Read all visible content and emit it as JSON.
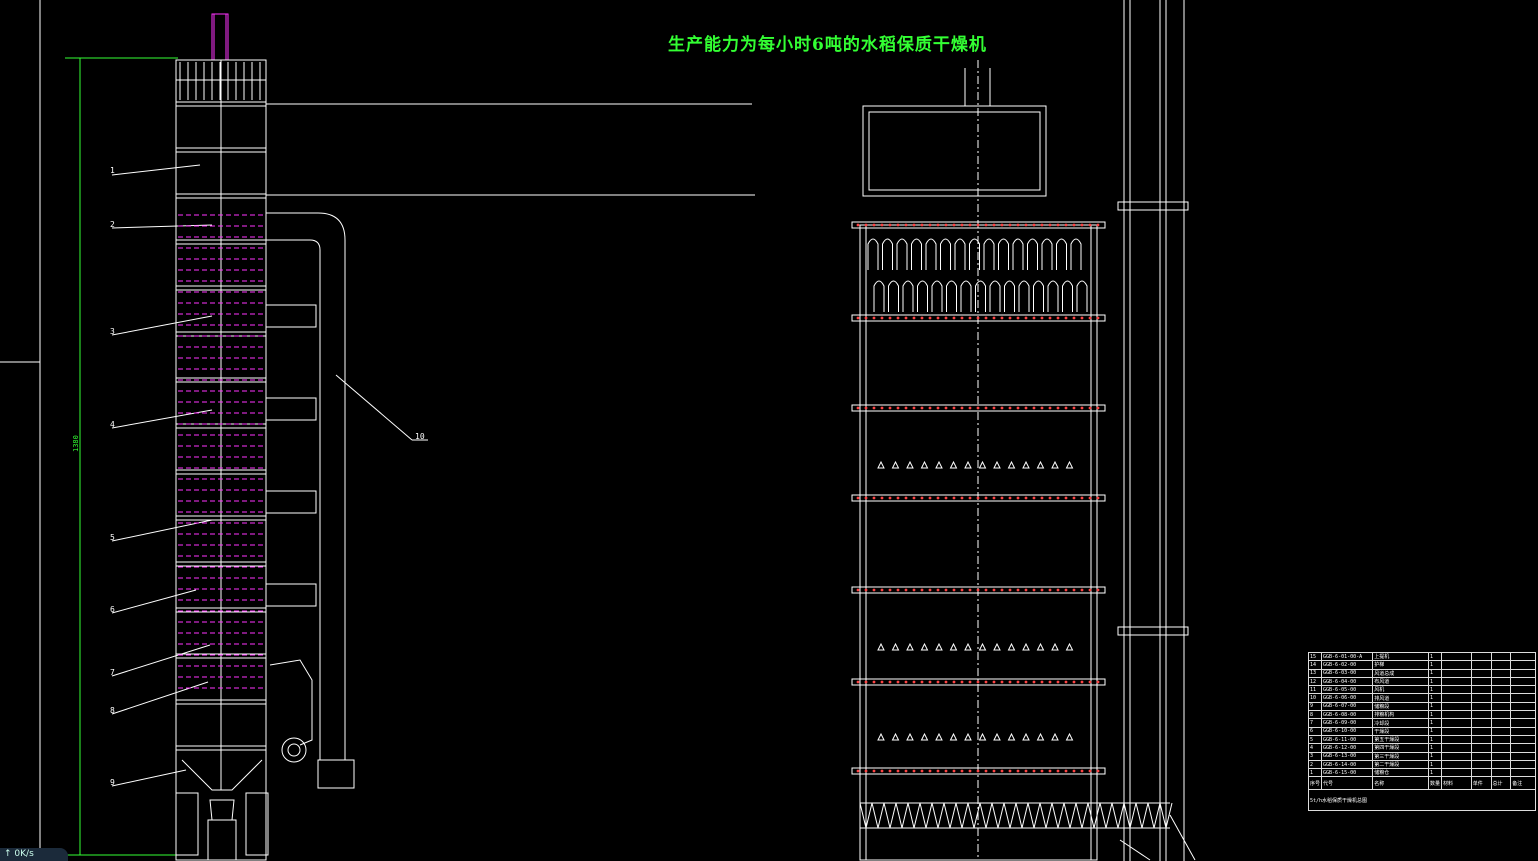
{
  "drawing": {
    "title": "生产能力为每小时6吨的水稻保质干燥机",
    "height_dimension": "1380",
    "callouts": [
      "1",
      "2",
      "3",
      "4",
      "5",
      "6",
      "7",
      "8",
      "9",
      "10"
    ]
  },
  "bom": {
    "headers": [
      "序号",
      "代号",
      "名称",
      "数量",
      "材料",
      "单件",
      "总计",
      "备注"
    ],
    "rows": [
      [
        "15",
        "GGB-6-01-00-A",
        "上提机",
        "1"
      ],
      [
        "14",
        "GGB-6-02-00",
        "护梯",
        "1"
      ],
      [
        "13",
        "GGB-6-03-00",
        "风道总成",
        "1"
      ],
      [
        "12",
        "GGB-6-04-00",
        "布风道",
        "1"
      ],
      [
        "11",
        "GGB-6-05-00",
        "风机",
        "1"
      ],
      [
        "10",
        "GGB-6-06-00",
        "排风道",
        "1"
      ],
      [
        "9",
        "GGB-6-07-00",
        "储粮段",
        "1"
      ],
      [
        "8",
        "GGB-6-08-00",
        "排粮机构",
        "1"
      ],
      [
        "7",
        "GGB-6-09-00",
        "冷却段",
        "1"
      ],
      [
        "6",
        "GGB-6-10-00",
        "干燥段",
        "1"
      ],
      [
        "5",
        "GGB-6-11-00",
        "第五干燥段",
        "1"
      ],
      [
        "4",
        "GGB-6-12-00",
        "第四干燥段",
        "1"
      ],
      [
        "3",
        "GGB-6-13-00",
        "第三干燥段",
        "1"
      ],
      [
        "2",
        "GGB-6-14-00",
        "第二干燥段",
        "1"
      ],
      [
        "1",
        "GGB-6-15-00",
        "储粮仓",
        "1"
      ]
    ],
    "footer": "5t/h水稻保质干燥机总图"
  },
  "statusbar": {
    "rate": "0K/s"
  },
  "colors": {
    "line": "#ffffff",
    "accent_green": "#33ff33",
    "magenta": "#ff33ff",
    "red": "#ff4444",
    "background": "#000000"
  }
}
